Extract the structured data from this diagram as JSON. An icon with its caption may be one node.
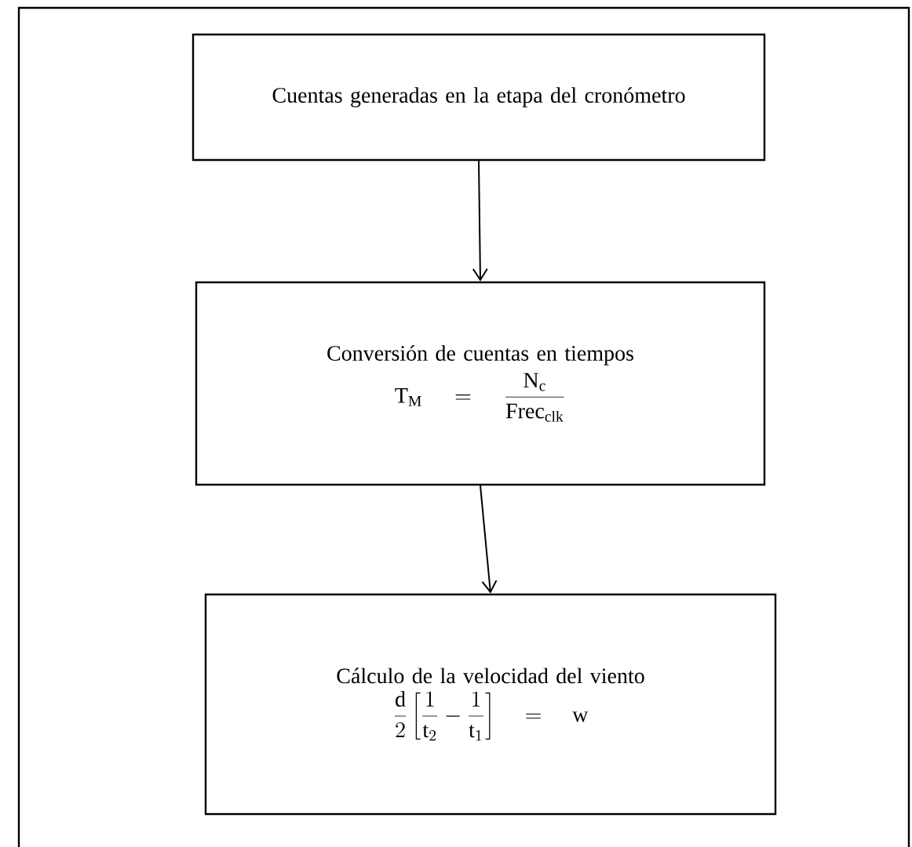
{
  "diagram": {
    "nodes": [
      {
        "text": [
          "Cuentas generadas en la etapa del cronómetro"
        ]
      },
      {
        "text": [
          "Conversión de cuentas en tiempos",
          "\\mathrm{T}_{\\mathrm{M}} = \\frac{\\mathrm{N}_{\\mathrm{c}}}{\\mathrm{Frec}_{\\mathrm{clk}}}"
        ]
      },
      {
        "text": [
          "Cálculo de la velocidad del viento",
          "\\frac{\\mathrm{d}}{2}\\left[\\frac{1}{\\mathrm{t}_{2}} - \\frac{1}{\\mathrm{t}_{1}}\\right] = \\mathrm{w}"
        ]
      }
    ],
    "edges": [
      {
        "from": 0,
        "to": 1,
        "arrow": "to"
      },
      {
        "from": 1,
        "to": 2,
        "arrow": "to"
      }
    ]
  }
}
